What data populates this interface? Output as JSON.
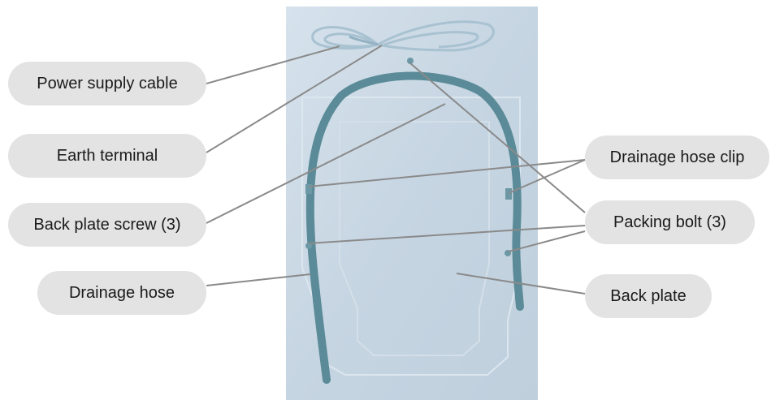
{
  "diagram": {
    "labels": {
      "power_supply_cable": "Power supply cable",
      "earth_terminal": "Earth terminal",
      "back_plate_screw": "Back plate screw (3)",
      "drainage_hose": "Drainage hose",
      "drainage_hose_clip": "Drainage hose clip",
      "packing_bolt": "Packing bolt (3)",
      "back_plate": "Back plate"
    },
    "colors": {
      "photo_background": "#c9d7e4",
      "hose": "#5b8b98",
      "leader_line": "#8a8a8a",
      "label_fill": "#e3e3e3",
      "label_text": "#1a1a1a"
    }
  }
}
